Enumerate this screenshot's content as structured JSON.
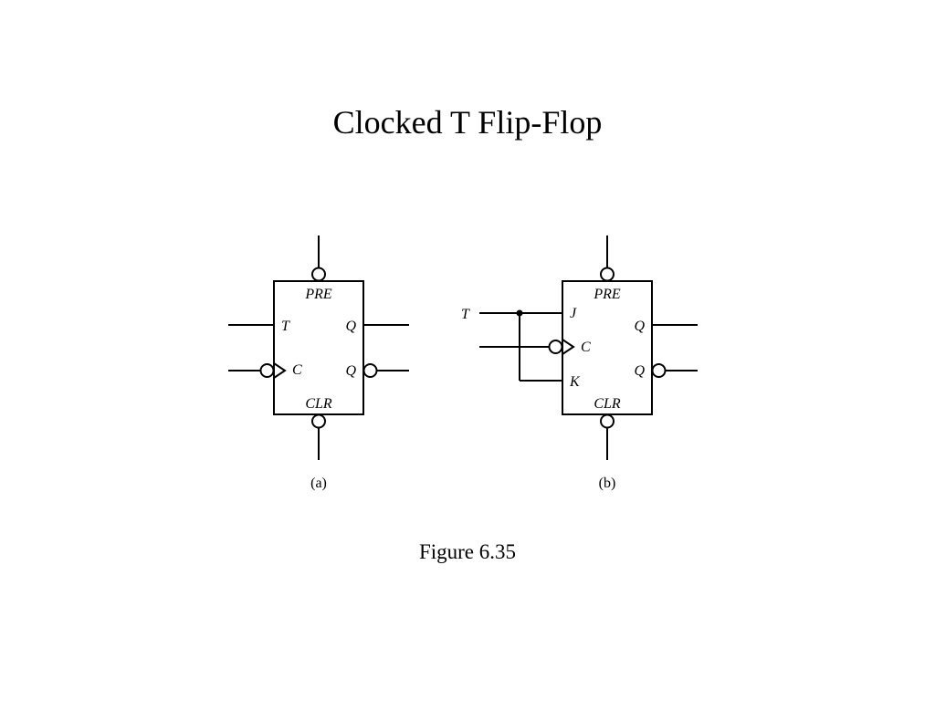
{
  "slide": {
    "title": "Clocked T Flip-Flop",
    "caption": "Figure 6.35"
  },
  "diagram_a": {
    "label": "(a)",
    "pins": {
      "pre": "PRE",
      "clr": "CLR",
      "t": "T",
      "c": "C",
      "q": "Q",
      "q_bar": "Q"
    }
  },
  "diagram_b": {
    "label": "(b)",
    "input_t": "T",
    "pins": {
      "pre": "PRE",
      "clr": "CLR",
      "j": "J",
      "c": "C",
      "k": "K",
      "q": "Q",
      "q_bar": "Q"
    }
  }
}
